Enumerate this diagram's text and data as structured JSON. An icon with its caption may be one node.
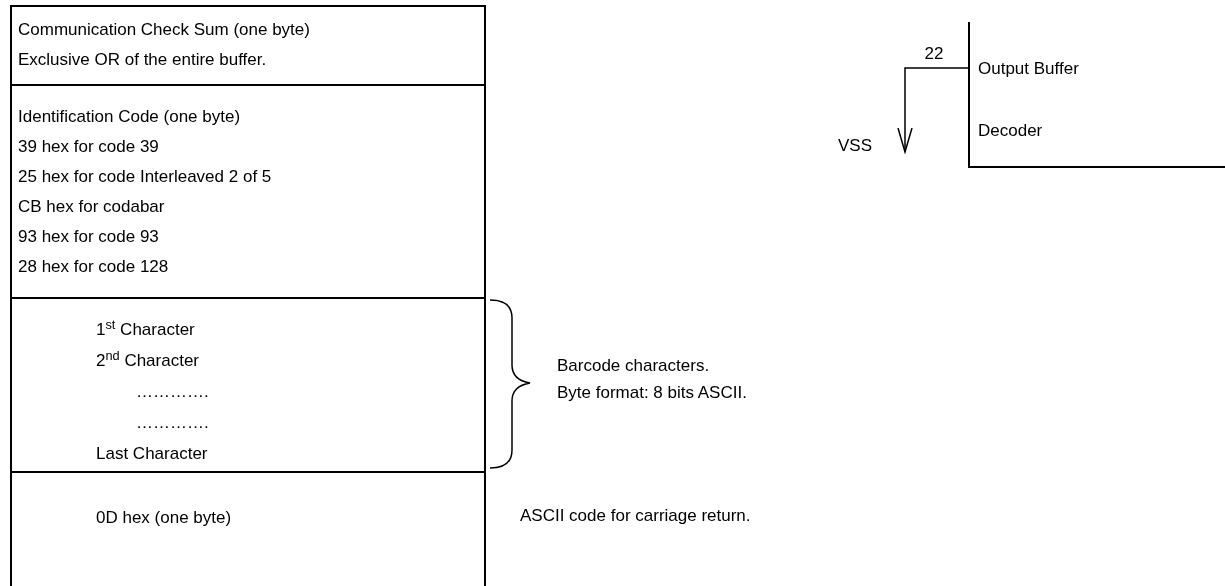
{
  "diagram": {
    "nodes": [
      {
        "text": [
          "Communication Check Sum (one byte)",
          "Exclusive OR of the entire buffer."
        ]
      },
      {
        "text": [
          "Identification Code (one byte)",
          "39 hex for code 39",
          "25 hex for code Interleaved 2 of 5",
          "CB hex for codabar",
          "93 hex for code 93",
          "28 hex for code 128"
        ]
      },
      {
        "text": [
          "1$^{st}$ Character",
          "2$^{nd}$ Character",
          "………….",
          "………….",
          "Last Character"
        ],
        "beside": [
          "Barcode characters.",
          "Byte format: 8 bits ASCII."
        ]
      },
      {
        "text": [
          "0D hex (one byte)"
        ],
        "beside": [
          "ASCII code for carriage return."
        ]
      },
      {
        "text": [
          "Output Buffer",
          "Decoder"
        ]
      },
      {
        "text": [
          "VSS"
        ]
      }
    ],
    "edges": [
      {
        "from": 4,
        "to": 5,
        "arrow": "to",
        "label": "22"
      }
    ]
  }
}
